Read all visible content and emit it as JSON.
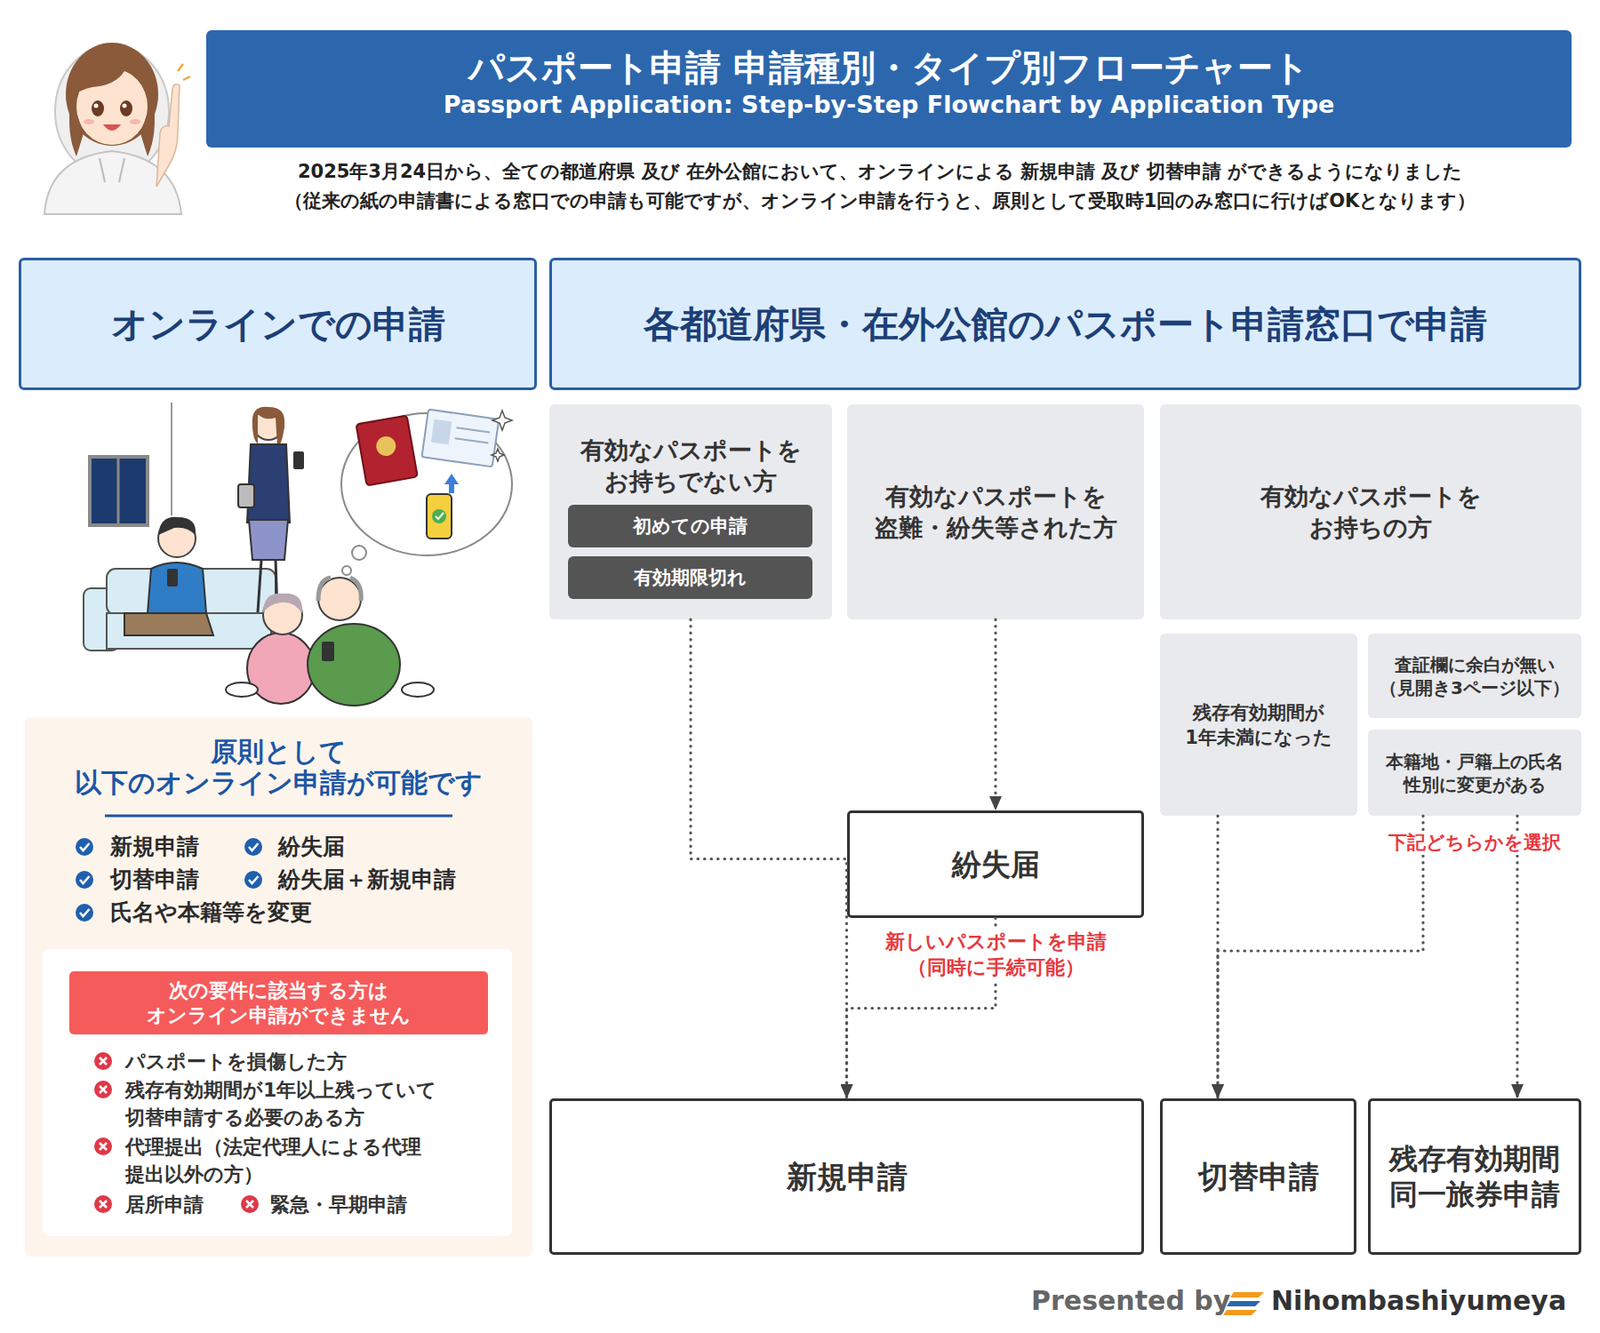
{
  "diagram": {
    "title": "パスポート申請 申請種別・タイプ別フローチャート",
    "nodes": [
      {
        "text": [
          "オンラインでの申請"
        ]
      },
      {
        "text": [
          "各都道府県・在外公館のパスポート申請窓口で申請"
        ]
      },
      {
        "text": [
          "原則として 以下のオンライン申請が可能です",
          "新規申請",
          "紛失届",
          "切替申請",
          "紛失届＋新規申請",
          "氏名や本籍等を変更"
        ]
      },
      {
        "text": [
          "パスポートを損傷した方",
          "残存有効期間が1年以上残っていて 切替申請する必要のある方",
          "代理提出（法定代理人による代理 提出以外の方）",
          "居所申請",
          "緊急・早期申請"
        ],
        "in": 2
      },
      {
        "text": [
          "次の要件に該当する方は オンライン申請ができません"
        ],
        "in": 3
      },
      {
        "text": [
          "有効なパスポートを お持ちでない方"
        ]
      },
      {
        "text": [
          "初めての申請"
        ],
        "in": 5
      },
      {
        "text": [
          "有効期限切れ"
        ],
        "in": 5
      },
      {
        "text": [
          "有効なパスポートを 盗難・紛失等された方"
        ]
      },
      {
        "text": [
          "有効なパスポートを お持ちの方"
        ]
      },
      {
        "text": [
          "残存有効期間が 1年未満になった"
        ]
      },
      {
        "text": [
          "査証欄に余白が無い （見開き3ページ以下）"
        ]
      },
      {
        "text": [
          "本籍地・戸籍上の氏名 性別に変更がある"
        ]
      },
      {
        "text": [
          "紛失届"
        ]
      },
      {
        "text": [
          "新規申請"
        ]
      },
      {
        "text": [
          "切替申請"
        ]
      },
      {
        "text": [
          "残存有効期間 同一旅券申請"
        ]
      }
    ],
    "edges": [
      {
        "from": 5,
        "to": 14,
        "arrow": "to"
      },
      {
        "from": 8,
        "to": 13,
        "arrow": "to"
      },
      {
        "from": 13,
        "to": 14,
        "label": "新しいパスポートを申請 （同時に手続可能）",
        "arrow": "to"
      },
      {
        "from": 10,
        "to": 15,
        "arrow": "to"
      },
      {
        "from": 12,
        "to": 15,
        "arrow": "to"
      },
      {
        "from": 12,
        "to": 16,
        "arrow": "to"
      }
    ],
    "labels": [
      "Passport Application: Step-by-Step Flowchart by Application Type",
      "2025年3月24日から、全ての都道府県 及び 在外公館において、オンラインによる 新規申請 及び 切替申請 ができるようになりました",
      "（従来の紙の申請書による窓口での申請も可能ですが、オンライン申請を行うと、原則として受取時1回のみ窓口に行けばOKとなります）",
      "下記どちらかを選択",
      "Presented by",
      "Nihombashiyumeya"
    ]
  }
}
